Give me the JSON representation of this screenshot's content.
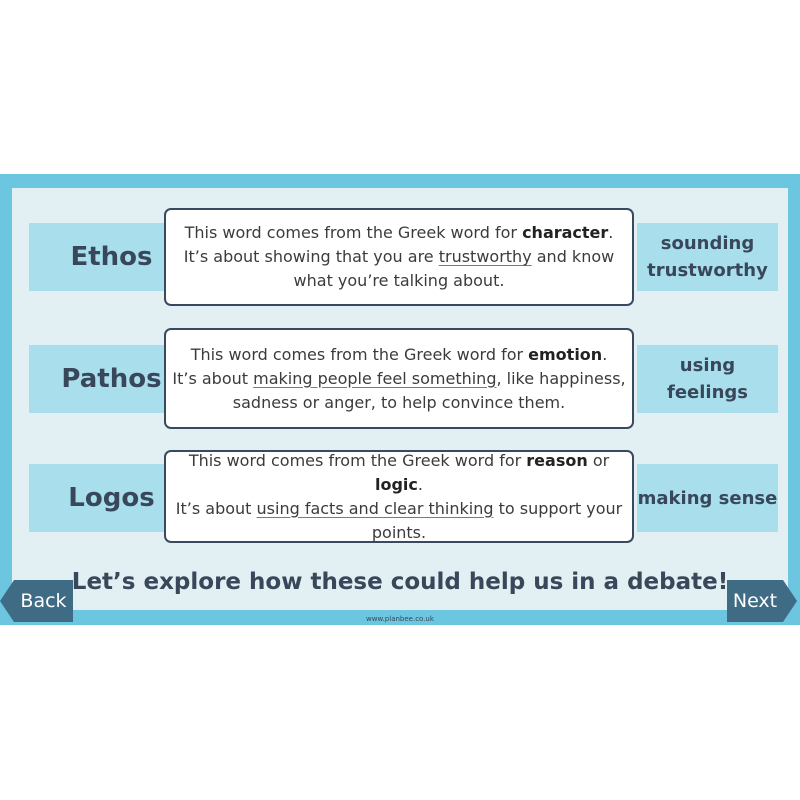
{
  "rows": [
    {
      "term": "Ethos",
      "side": "sounding trustworthy",
      "line1_pre": "This word comes from the Greek word for ",
      "line1_bold": "character",
      "line1_post": ".",
      "line2_pre": "It’s about showing that you are ",
      "line2_u": "trustworthy",
      "line2_post": " and know",
      "line3": "what you’re talking about."
    },
    {
      "term": "Pathos",
      "side": "using feelings",
      "line1_pre": "This word comes from the Greek word for ",
      "line1_bold": "emotion",
      "line1_post": ".",
      "line2_pre": "It’s about ",
      "line2_u": "making people feel something",
      "line2_post": ", like happiness,",
      "line3": "sadness or anger, to help convince them."
    },
    {
      "term": "Logos",
      "side": "making sense",
      "line1_pre": "This word comes from the Greek word for ",
      "line1_bold": "reason",
      "line1_mid": " or ",
      "line1_bold2": "logic",
      "line1_post": ".",
      "line2_pre": "It’s about ",
      "line2_u": "using facts and clear thinking",
      "line2_post": " to support your",
      "line3": "points."
    }
  ],
  "footer": "Let’s explore how these could help us in a debate!",
  "nav": {
    "back": "Back",
    "next": "Next"
  },
  "url": "www.planbee.co.uk",
  "colors": {
    "frame": "#6cc6df",
    "panel": "#e2eff3",
    "label_bg": "#a9dfec",
    "nav_bg": "#3f6b84",
    "text_dark": "#38475a"
  }
}
